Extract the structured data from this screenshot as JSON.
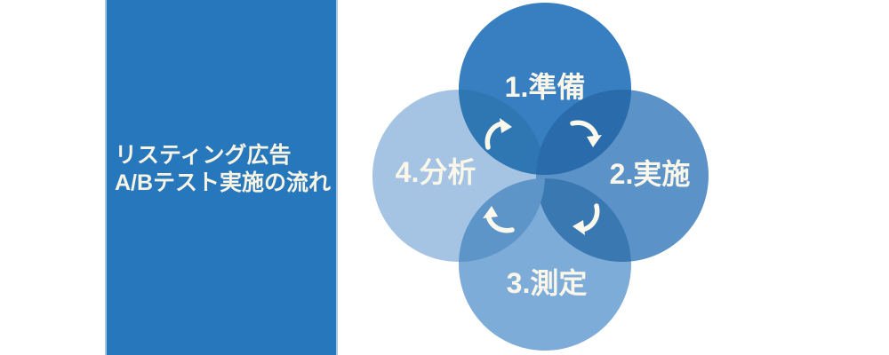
{
  "title_panel": {
    "line1": "リスティング広告",
    "line2": "A/Bテスト実施の流れ",
    "bg_color": "#2777BC",
    "edge_color": "#A9C7E3",
    "text_color": "#F7F4E4"
  },
  "cycle": {
    "type": "cycle-diagram",
    "direction": "clockwise",
    "label_color": "#FAF7EA",
    "arrow_color": "#FBF9EE",
    "steps": [
      {
        "label": "1.準備",
        "position": "top",
        "color": "#377FC0"
      },
      {
        "label": "2.実施",
        "position": "right",
        "color": "#5B92C7"
      },
      {
        "label": "3.測定",
        "position": "bottom",
        "color": "#7EACD9"
      },
      {
        "label": "4.分析",
        "position": "left",
        "color": "#A5C3E2"
      }
    ],
    "overlap_colors": {
      "step1_step2": "#2A6BAB",
      "step2_step3": "#3A78B2",
      "step3_step4": "#5D95C8",
      "step4_step1": "#2F77B2"
    }
  }
}
